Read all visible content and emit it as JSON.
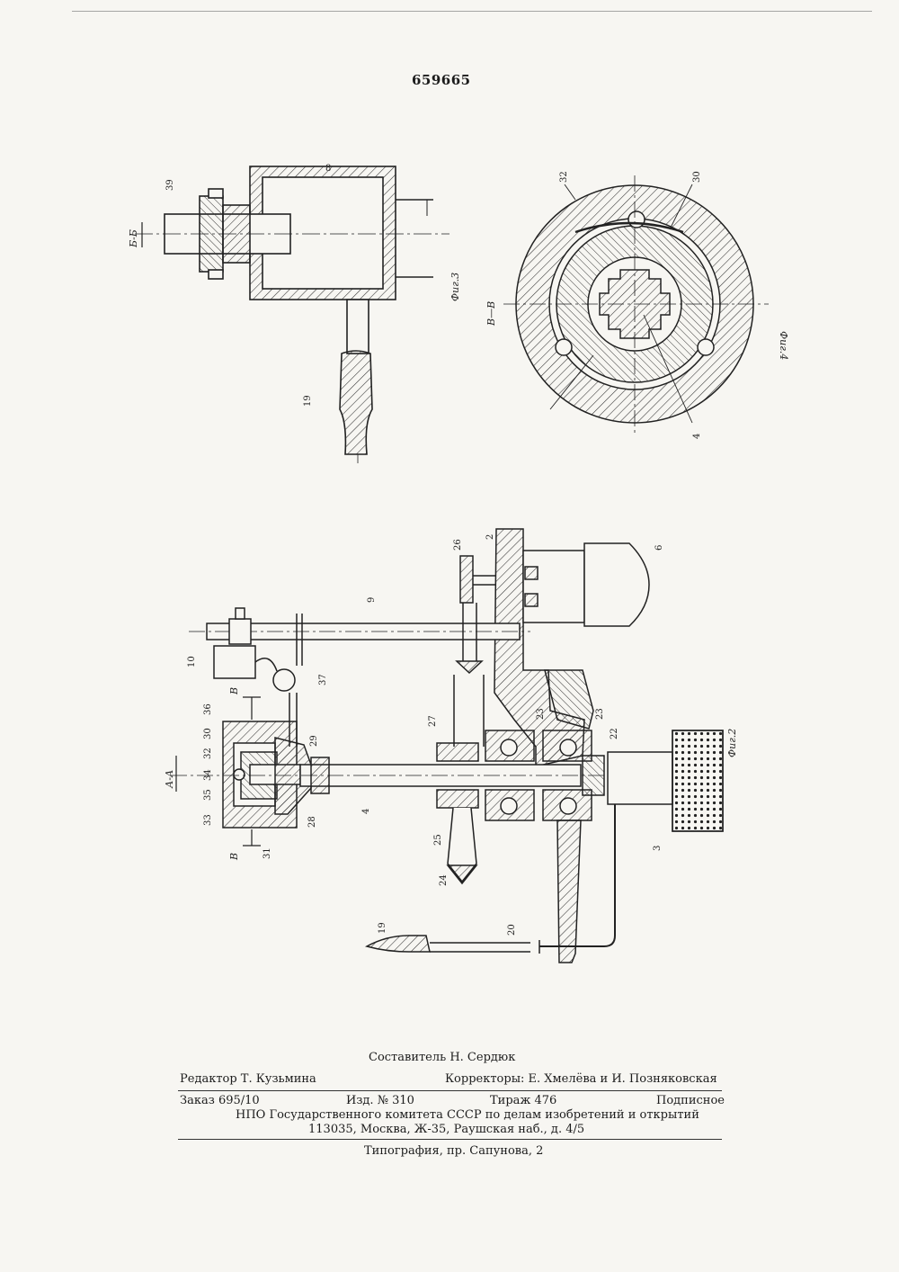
{
  "patent_number": "659665",
  "figure_labels": {
    "fig3": "Фиг.3",
    "fig4": "Фиг.4",
    "fig2": "Фиг.2",
    "section_bb": "Б-Б",
    "section_vv": "В—В",
    "section_aa": "А-А",
    "arrow_v": "В"
  },
  "part_numbers": {
    "n39": "39",
    "n8": "8",
    "n19": "19",
    "n32": "32",
    "n30": "30",
    "n4": "4",
    "n2": "2",
    "n26": "26",
    "n6": "6",
    "n9": "9",
    "n10": "10",
    "n37": "37",
    "n36": "36",
    "n29": "29",
    "n27": "27",
    "n23": "23",
    "n22": "22",
    "n28": "28",
    "n25": "25",
    "n24": "24",
    "n3": "3",
    "n31": "31",
    "n34": "34",
    "n35": "35",
    "n33": "33",
    "n20": "20"
  },
  "footer": {
    "compiler": "Составитель Н. Сердюк",
    "editor": "Редактор Т. Кузьмина",
    "correctors": "Корректоры: Е. Хмелёва и И. Позняковская",
    "order": "Заказ 695/10",
    "issue": "Изд. № 310",
    "circulation": "Тираж 476",
    "subscription": "Подписное",
    "organization": "НПО Государственного комитета СССР по делам изобретений и открытий",
    "address": "113035, Москва, Ж-35, Раушская наб., д. 4/5",
    "printing_house": "Типография, пр. Сапунова, 2"
  }
}
